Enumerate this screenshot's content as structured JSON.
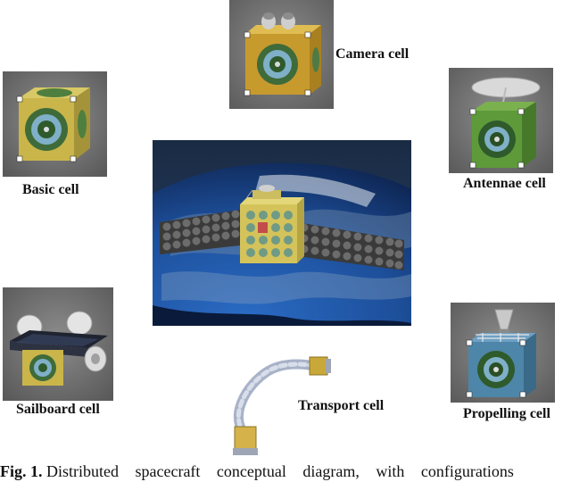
{
  "labels": {
    "camera": "Camera cell",
    "basic": "Basic cell",
    "antennae": "Antennae cell",
    "sailboard": "Sailboard cell",
    "transport": "Transport cell",
    "propelling": "Propelling cell"
  },
  "caption": {
    "prefix": "Fig. 1.",
    "text": "Distributed spacecraft conceptual diagram, with configurations"
  },
  "colors": {
    "cube_yellow": "#c9b54a",
    "cube_green": "#5e9a3a",
    "cube_blue": "#4d86a8",
    "cube_orange": "#c79a2e",
    "space_blue": "#1c4f9a",
    "panel_gray": "#5b5b5b"
  }
}
